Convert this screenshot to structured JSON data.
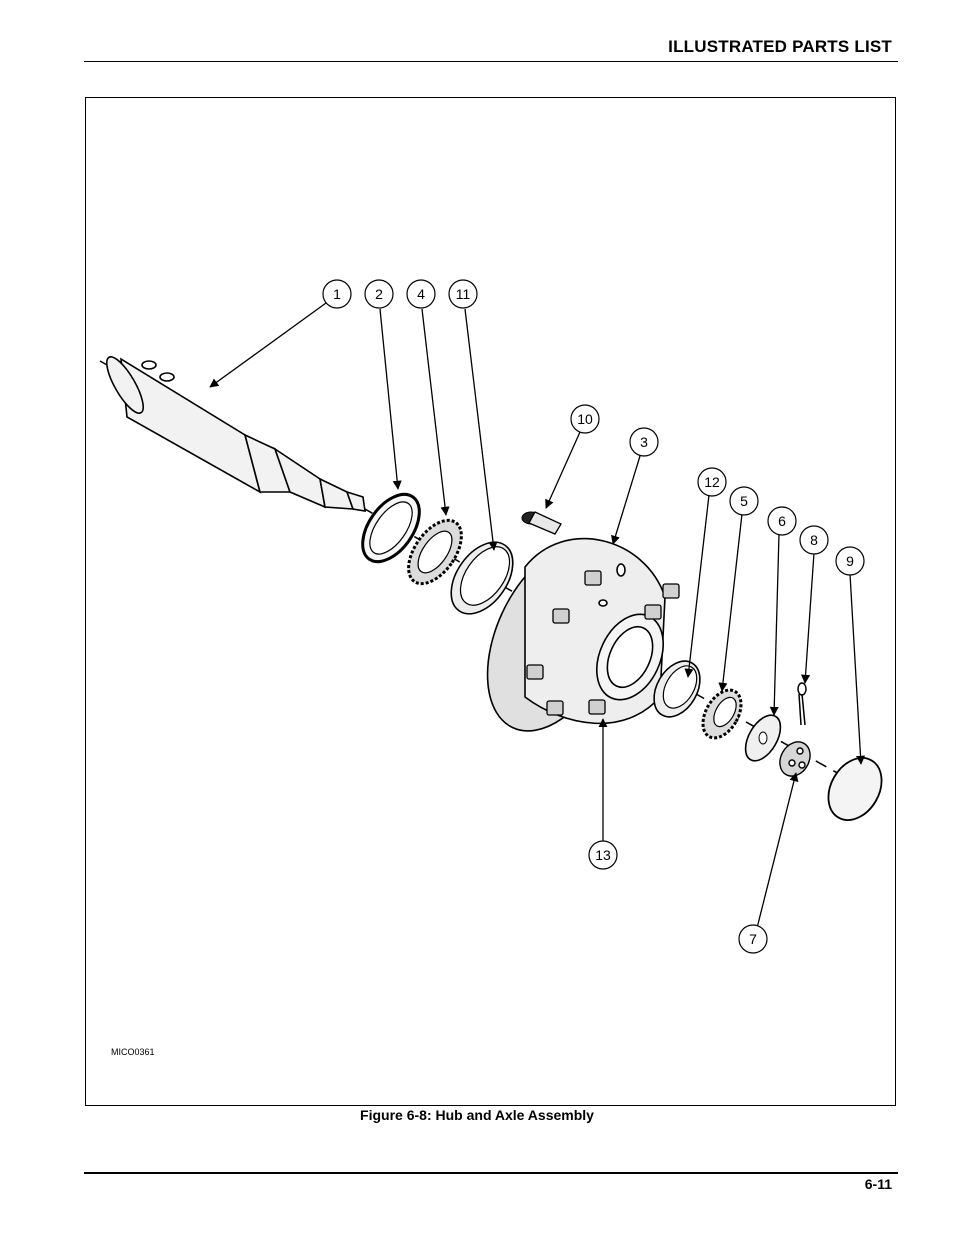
{
  "header": {
    "title": "ILLUSTRATED PARTS LIST"
  },
  "figure": {
    "drawing_id": "MICO0361",
    "caption": "Figure 6-8:  Hub and Axle Assembly",
    "callouts": [
      "1",
      "2",
      "4",
      "11",
      "10",
      "3",
      "12",
      "5",
      "6",
      "8",
      "9",
      "13",
      "7"
    ]
  },
  "footer": {
    "page_number": "6-11"
  }
}
